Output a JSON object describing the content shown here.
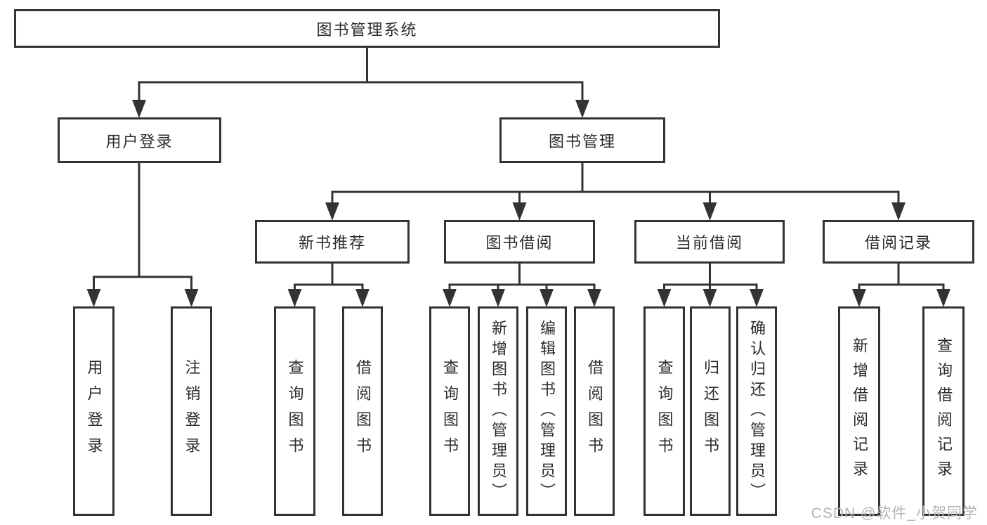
{
  "tree": {
    "label": "图书管理系统",
    "children": [
      {
        "label": "用户登录",
        "children": [
          {
            "label": "用户登录"
          },
          {
            "label": "注销登录"
          }
        ]
      },
      {
        "label": "图书管理",
        "children": [
          {
            "label": "新书推荐",
            "children": [
              {
                "label": "查询图书"
              },
              {
                "label": "借阅图书"
              }
            ]
          },
          {
            "label": "图书借阅",
            "children": [
              {
                "label": "查询图书"
              },
              {
                "label": "新增图书（管理员）"
              },
              {
                "label": "编辑图书（管理员）"
              },
              {
                "label": "借阅图书"
              }
            ]
          },
          {
            "label": "当前借阅",
            "children": [
              {
                "label": "查询图书"
              },
              {
                "label": "归还图书"
              },
              {
                "label": "确认归还（管理员）"
              }
            ]
          },
          {
            "label": "借阅记录",
            "children": [
              {
                "label": "新增借阅记录"
              },
              {
                "label": "查询借阅记录"
              }
            ]
          }
        ]
      }
    ]
  },
  "watermark": {
    "text": "CSDN @软件_小贺同学"
  },
  "colors": {
    "line": "#333333",
    "box_border": "#333333",
    "text": "#2b2b2b",
    "watermark": "#b4b4b9",
    "background": "#ffffff"
  }
}
